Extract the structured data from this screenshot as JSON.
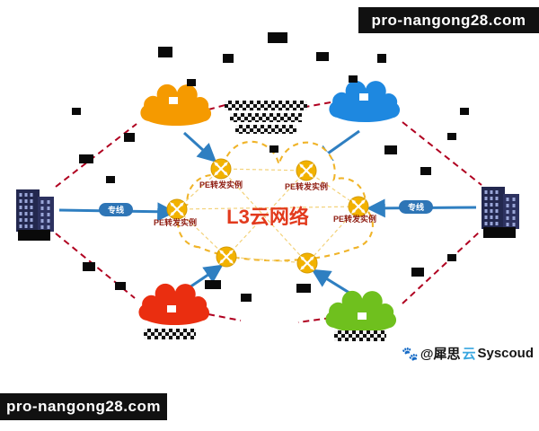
{
  "watermarks": {
    "top_right": "pro-nangong28.com",
    "bottom_left": "pro-nangong28.com",
    "credit_icon": "🐾",
    "credit_prefix": "@犀思",
    "credit_cloud_char": "云",
    "credit_suffix": "Syscoud"
  },
  "center_cloud": {
    "title": "L3云网络",
    "pe_labels": [
      "PE转发实例",
      "PE转发实例",
      "PE转发实例",
      "PE转发实例"
    ]
  },
  "connections": {
    "left_line_label": "专线",
    "right_line_label": "专线"
  },
  "colors": {
    "cloud_top_left": "#f59a00",
    "cloud_top_right": "#1e88e0",
    "cloud_bottom_left": "#ea2e10",
    "cloud_bottom_right": "#6fc01e",
    "center_cloud_border": "#f0b429",
    "title_red": "#e23a1d",
    "arrow_blue": "#2f7fc1",
    "dashed_red": "#b00020",
    "building_navy": "#23284f",
    "router_gold": "#f2b200",
    "banner_black": "#111111"
  }
}
